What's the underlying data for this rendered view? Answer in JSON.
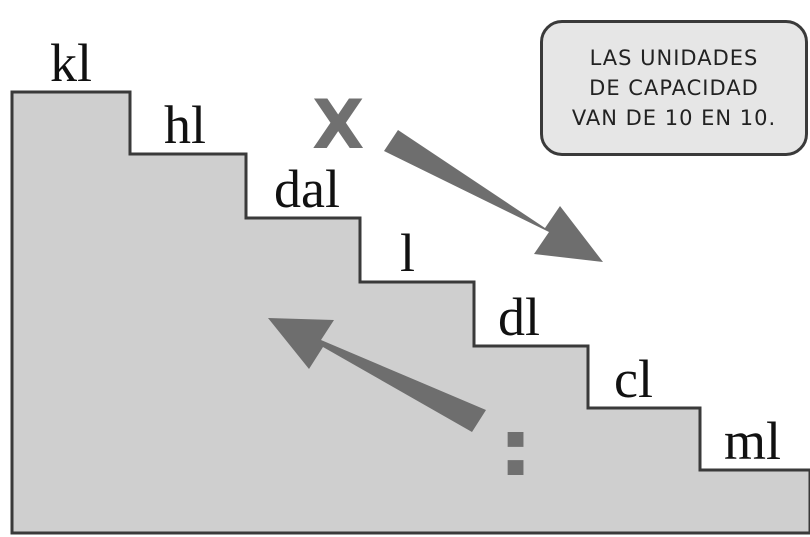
{
  "units": [
    "kl",
    "hl",
    "dal",
    "l",
    "dl",
    "cl",
    "ml"
  ],
  "note": {
    "lines": [
      "LAS UNIDADES",
      "DE CAPACIDAD",
      "VAN DE 10 EN 10."
    ]
  },
  "symbols": {
    "multiply": "X",
    "divide": ":"
  },
  "colors": {
    "staircase_fill": "#cfcfcf",
    "staircase_stroke": "#3a3a3a",
    "arrow_fill": "#6e6e6e",
    "note_background": "#e6e6e6"
  }
}
